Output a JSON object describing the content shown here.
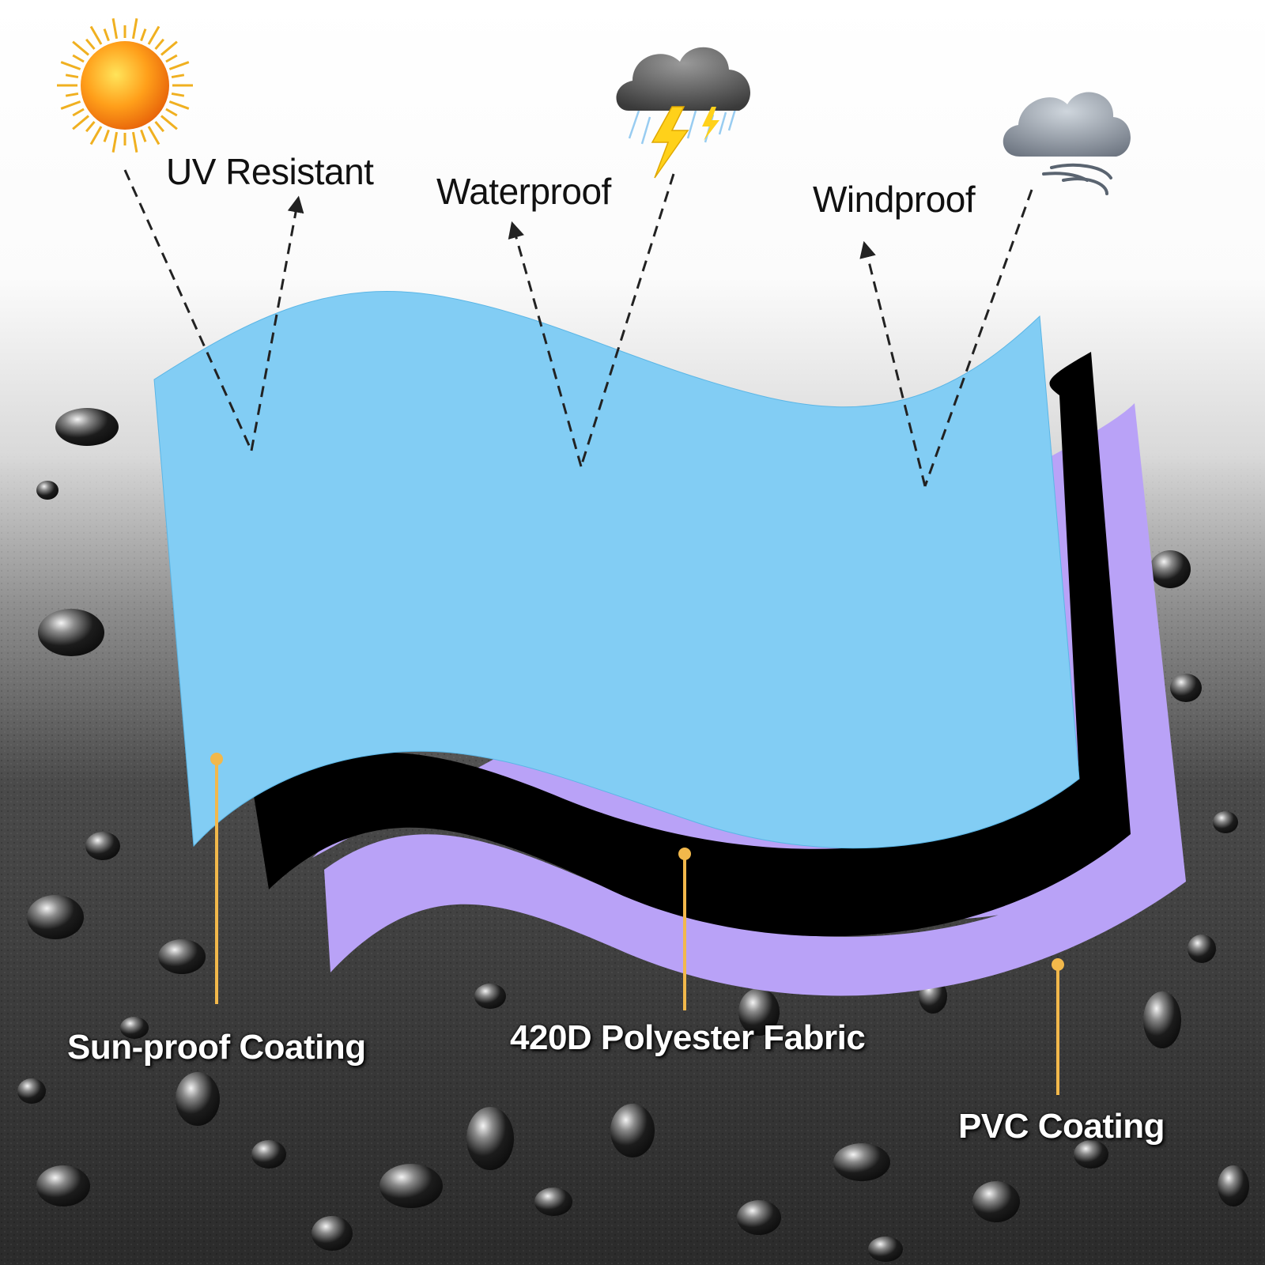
{
  "features": {
    "uv": {
      "label": "UV Resistant",
      "icon": "sun-icon"
    },
    "water": {
      "label": "Waterproof",
      "icon": "storm-cloud-icon"
    },
    "wind": {
      "label": "Windproof",
      "icon": "wind-cloud-icon"
    }
  },
  "layers": {
    "top": {
      "label": "Sun-proof Coating",
      "color": "#82cdf4"
    },
    "middle": {
      "label": "420D Polyester Fabric",
      "color": "#000000"
    },
    "bottom": {
      "label": "PVC Coating",
      "color": "#b9a2f7"
    }
  },
  "colors": {
    "leader_line": "#f2b84b",
    "arrow": "#222222",
    "background_top": "#ffffff",
    "background_bottom": "#2d2d2d"
  }
}
